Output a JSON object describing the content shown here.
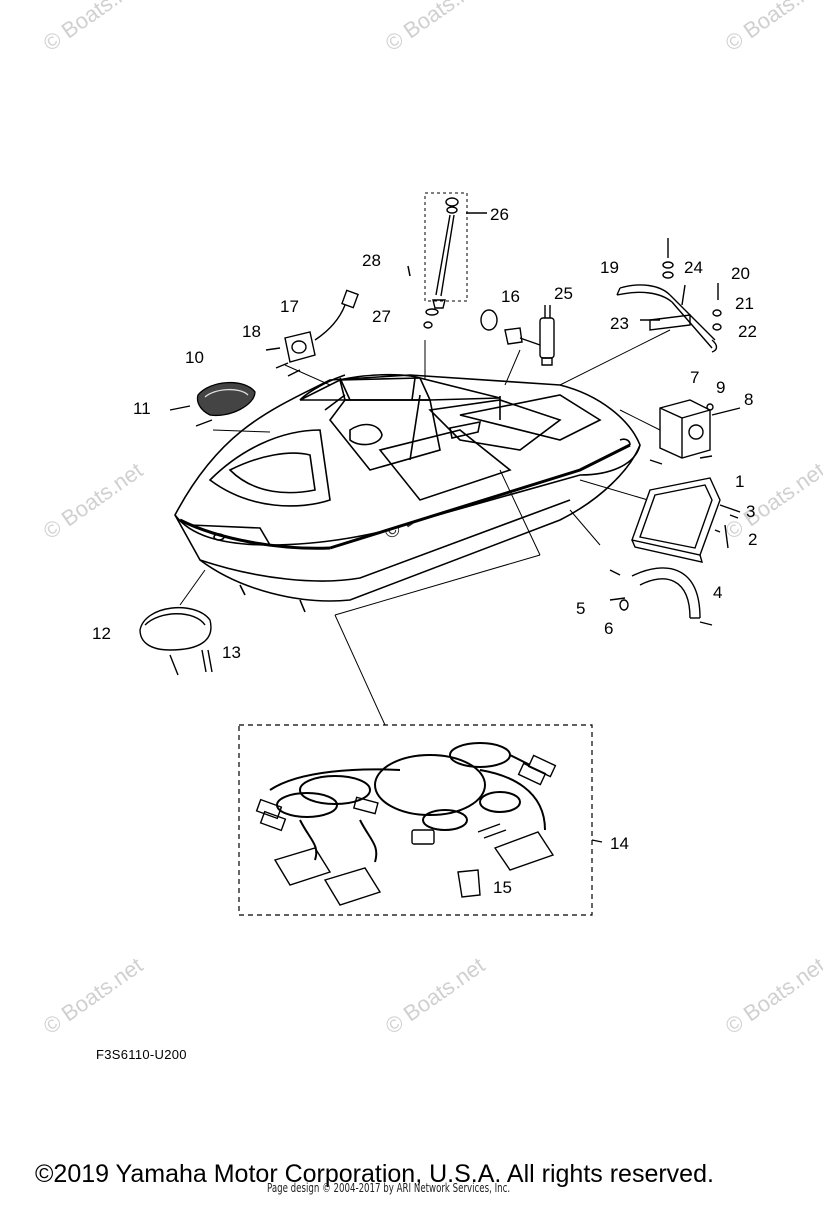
{
  "watermark_text": "© Boats.net",
  "diagram_code": "F3S6110-U200",
  "copyright": "©2019 Yamaha Motor Corporation, U.S.A. All rights reserved.",
  "page_design": "Page design © 2004-2017 by ARI Network Services, Inc.",
  "callouts": [
    "1",
    "2",
    "3",
    "4",
    "5",
    "6",
    "7",
    "8",
    "9",
    "10",
    "11",
    "12",
    "13",
    "14",
    "15",
    "16",
    "17",
    "18",
    "19",
    "20",
    "21",
    "22",
    "23",
    "24",
    "25",
    "26",
    "27",
    "28"
  ]
}
